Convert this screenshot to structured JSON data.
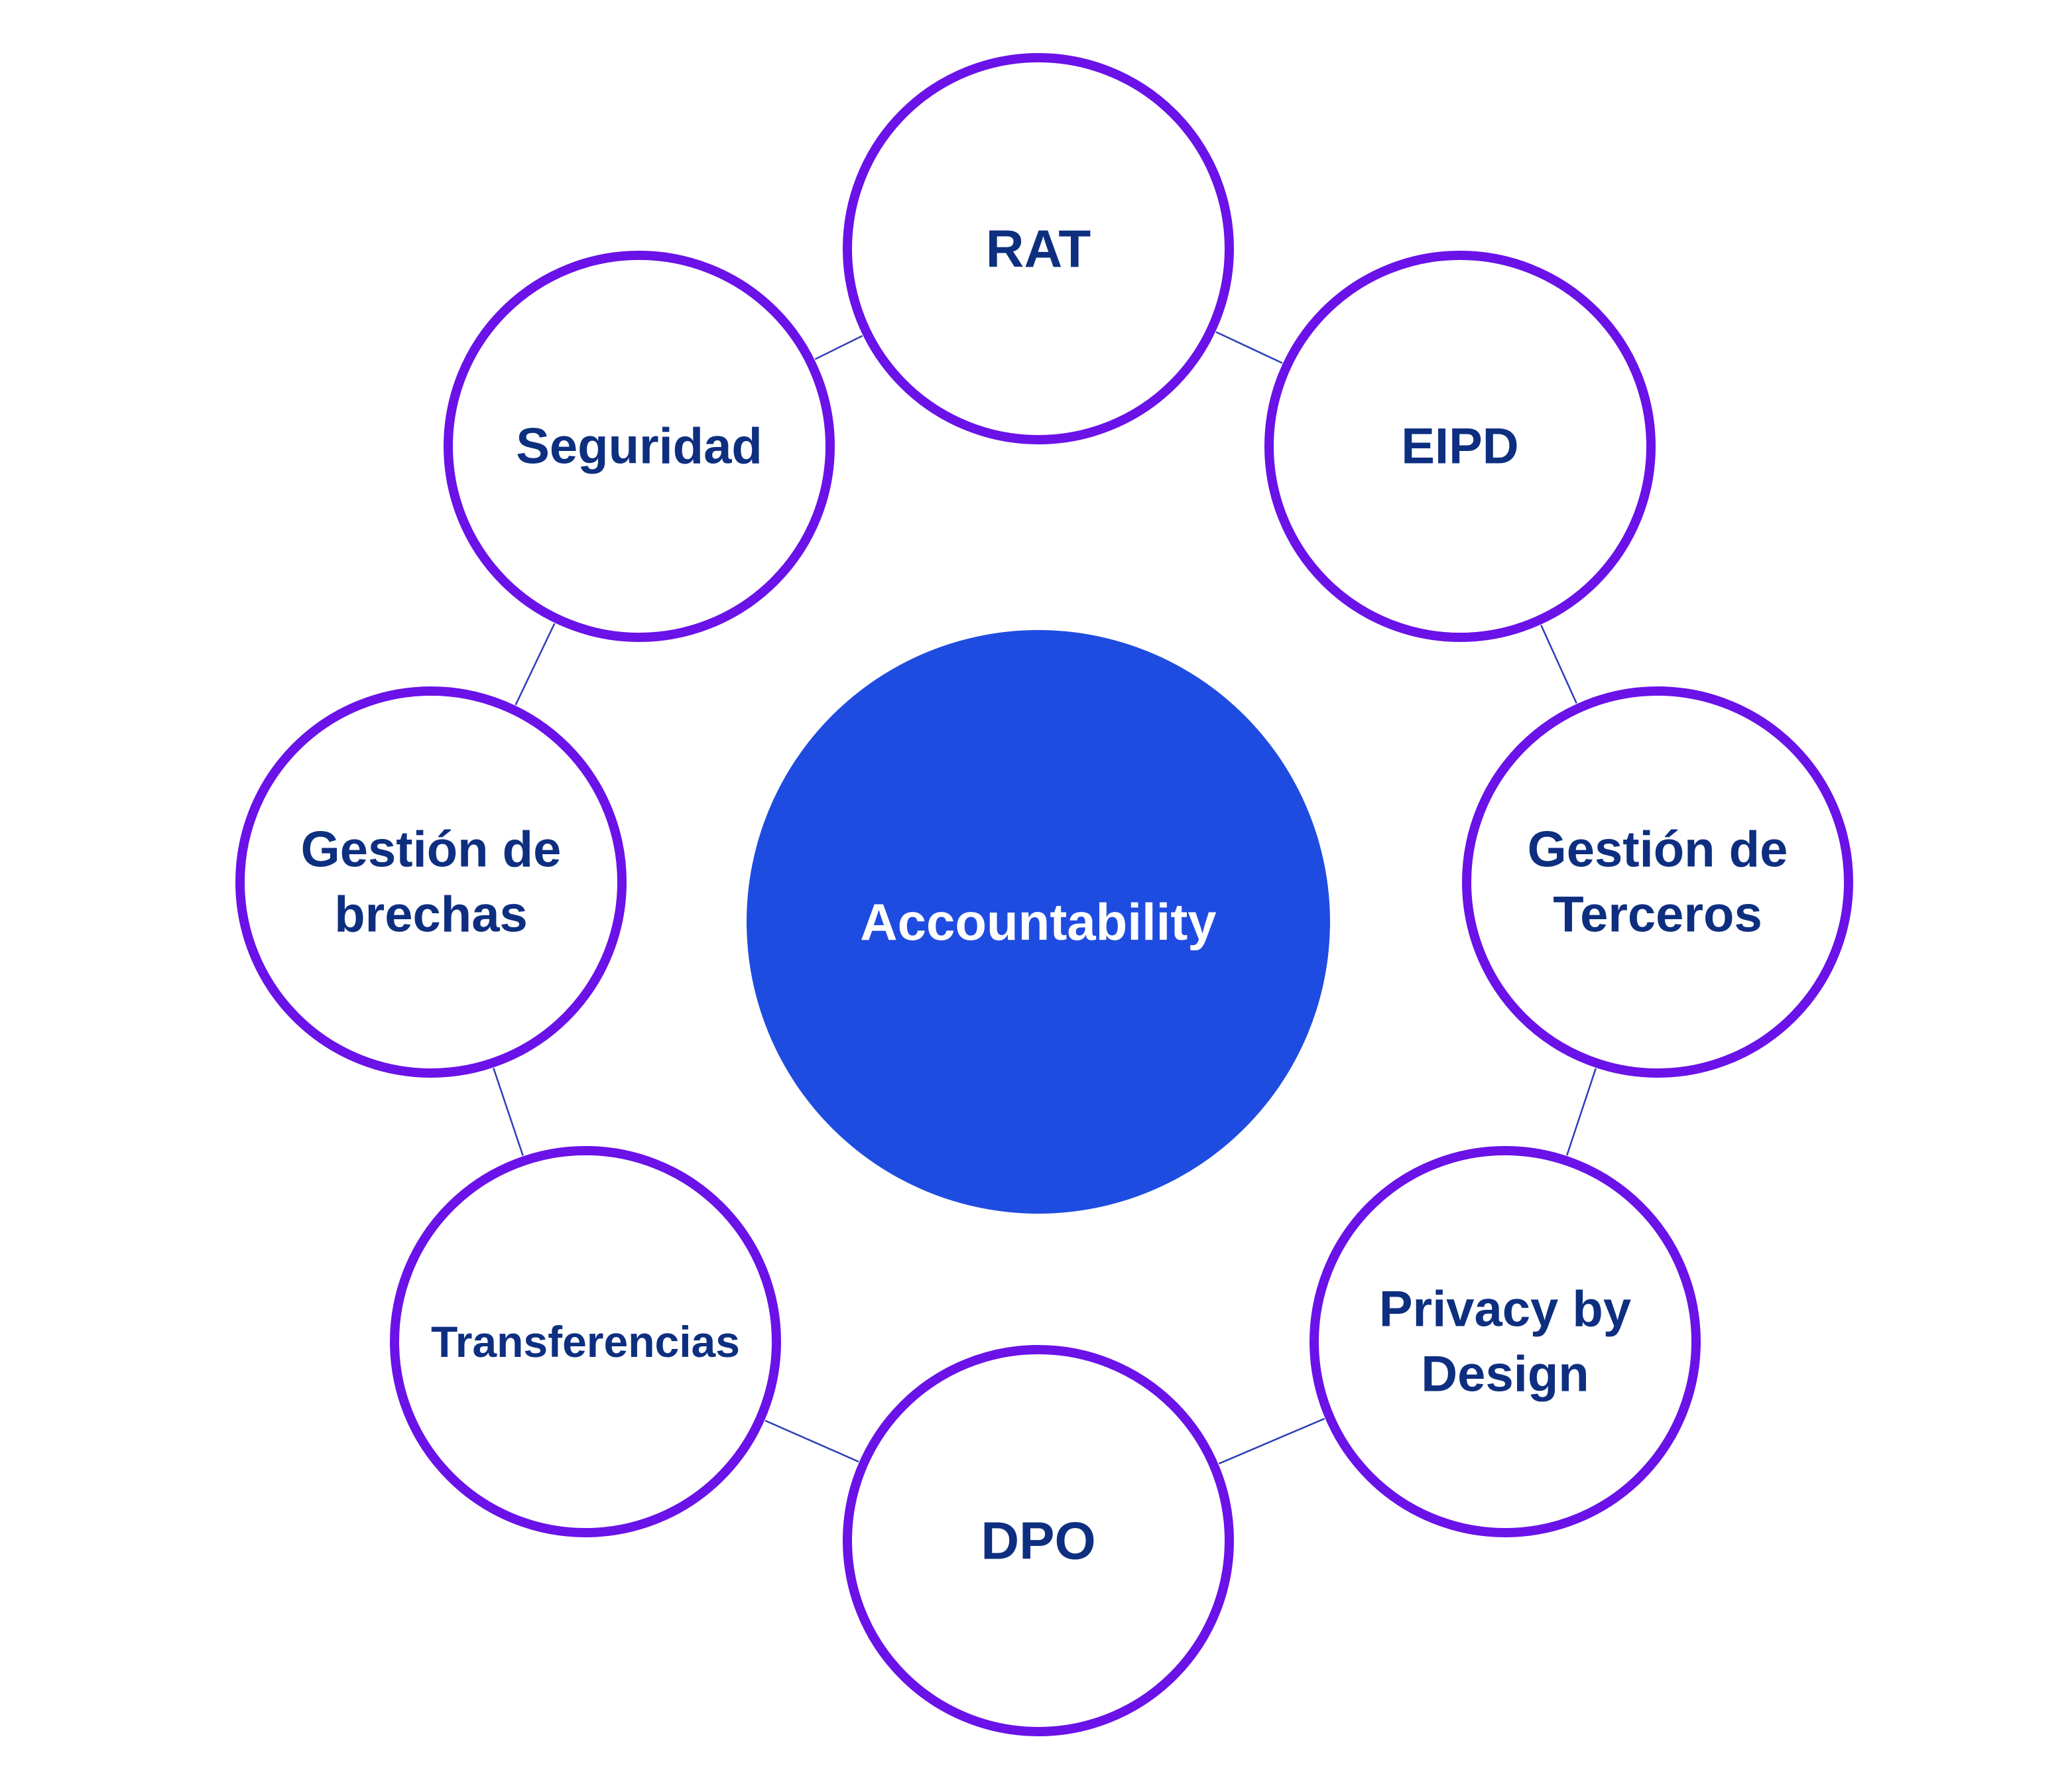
{
  "center": {
    "label": "Accountability"
  },
  "nodes": [
    {
      "id": "rat",
      "lines": [
        "RAT"
      ]
    },
    {
      "id": "eipd",
      "lines": [
        "EIPD"
      ]
    },
    {
      "id": "gestion-terceros",
      "lines": [
        "Gestión de",
        "Terceros"
      ]
    },
    {
      "id": "privacy-by-design",
      "lines": [
        "Privacy by",
        "Design"
      ]
    },
    {
      "id": "dpo",
      "lines": [
        "DPO"
      ]
    },
    {
      "id": "transferencias",
      "lines": [
        "Transferencias"
      ]
    },
    {
      "id": "gestion-brechas",
      "lines": [
        "Gestión de",
        "brechas"
      ]
    },
    {
      "id": "seguridad",
      "lines": [
        "Seguridad"
      ]
    }
  ],
  "colors": {
    "background": "#ffffff",
    "center_fill": "#1f4ce0",
    "center_text": "#ffffff",
    "node_stroke": "#6a12e8",
    "node_fill": "#ffffff",
    "node_text": "#0e2f80",
    "ring_line": "#2c3fb8"
  }
}
